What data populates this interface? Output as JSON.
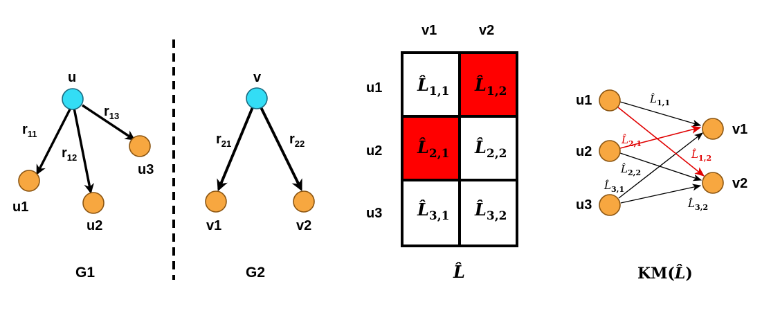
{
  "g1": {
    "caption": "G1",
    "root": "u",
    "children": [
      "u1",
      "u2",
      "u3"
    ],
    "edges": [
      "r",
      "r",
      "r"
    ],
    "edge_subs": [
      "11",
      "12",
      "13"
    ]
  },
  "g2": {
    "caption": "G2",
    "root": "v",
    "children": [
      "v1",
      "v2"
    ],
    "edges": [
      "r",
      "r"
    ],
    "edge_subs": [
      "21",
      "22"
    ]
  },
  "matrix": {
    "caption": "L̂",
    "col_headers": [
      "v1",
      "v2"
    ],
    "row_headers": [
      "u1",
      "u2",
      "u3"
    ],
    "cell_letter": "L̂",
    "cells": [
      [
        {
          "sub": "1,1",
          "highlight": false
        },
        {
          "sub": "1,2",
          "highlight": true
        }
      ],
      [
        {
          "sub": "2,1",
          "highlight": true
        },
        {
          "sub": "2,2",
          "highlight": false
        }
      ],
      [
        {
          "sub": "3,1",
          "highlight": false
        },
        {
          "sub": "3,2",
          "highlight": false
        }
      ]
    ]
  },
  "bipartite": {
    "caption_prefix": "KM(",
    "caption_symbol": "L̂",
    "caption_suffix": ")",
    "left": [
      "u1",
      "u2",
      "u3"
    ],
    "right": [
      "v1",
      "v2"
    ],
    "edge_letter": "L̂",
    "edges": [
      {
        "sub": "1,1",
        "highlight": false
      },
      {
        "sub": "1,2",
        "highlight": true
      },
      {
        "sub": "2,1",
        "highlight": true
      },
      {
        "sub": "2,2",
        "highlight": false
      },
      {
        "sub": "3,1",
        "highlight": false
      },
      {
        "sub": "3,2",
        "highlight": false
      }
    ]
  },
  "colors": {
    "root_node": "#33ddf5",
    "leaf_node": "#f7a740",
    "highlight": "#ff0000",
    "highlight_edge": "#e00000"
  }
}
